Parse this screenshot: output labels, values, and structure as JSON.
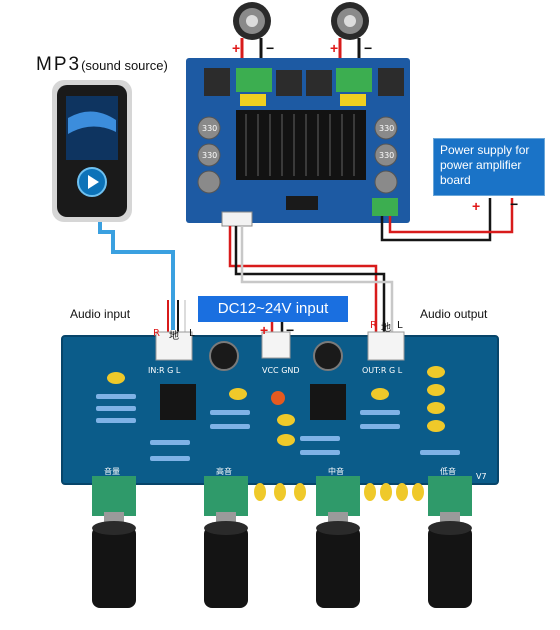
{
  "labels": {
    "mp3_main": "MP3",
    "mp3_paren": "(sound source)",
    "power_supply": [
      "Power supply for",
      "power amplifier",
      "board"
    ],
    "dc_input": "DC12~24V input",
    "audio_input": "Audio input",
    "audio_output": "Audio output"
  },
  "connector_pins": {
    "input": [
      "R",
      "地",
      "L"
    ],
    "output": [
      "R",
      "地",
      "L"
    ],
    "power": [
      "+",
      "−"
    ]
  },
  "board_silkscreen": {
    "in": "IN:R G L",
    "vcc": "VCC GND",
    "out": "OUT:R G L",
    "knobs": [
      "音量",
      "高音",
      "中音",
      "低音"
    ],
    "version": "V7"
  },
  "capacitors": [
    "330",
    "330",
    "330",
    "330"
  ],
  "speaker_polarity": [
    "+",
    "−",
    "+",
    "−"
  ],
  "supply_polarity": [
    "+",
    "−"
  ],
  "colors": {
    "board": "#0b5c8a",
    "amp_board": "#1d5aa3",
    "wire_red": "#d81b1b",
    "wire_black": "#151515",
    "wire_white": "#dcdcdc",
    "wire_blue": "#3aa0e0",
    "knob_base": "#2f9a6a"
  }
}
